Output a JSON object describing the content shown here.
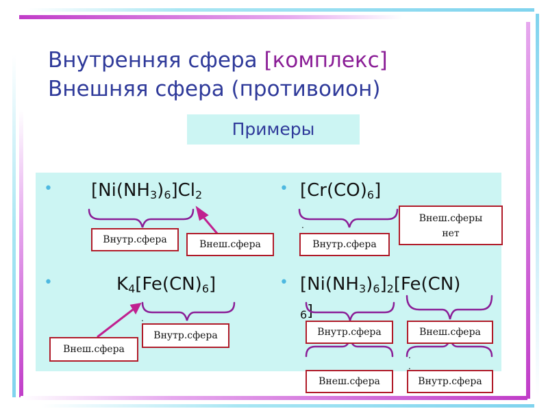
{
  "title": {
    "line1_text": "Внутренняя сфера ",
    "line1_accent": "[комплекс]",
    "line2_text": "Внешняя сфера (противоион)"
  },
  "examples_label": "Примеры",
  "bullet_symbol": "•",
  "formulas": {
    "f1": {
      "a": "[Ni(NH",
      "s1": "3",
      "b": ")",
      "s2": "6",
      "c": "]Cl",
      "s3": "2"
    },
    "f2": {
      "a": "[Cr(CO)",
      "s1": "6",
      "b": "]"
    },
    "f3": {
      "a": "K",
      "s1": "4",
      "b": "[Fe(CN)",
      "s2": "6",
      "c": "]"
    },
    "f4_line1": {
      "a": "[Ni(NH",
      "s1": "3",
      "b": ")",
      "s2": "6",
      "c": "]",
      "s3": "2",
      "d": "[Fe(CN)"
    },
    "f4_line2": {
      "a": "6",
      "b": "]"
    }
  },
  "labels": {
    "inner_1": "Внутр.сфера",
    "outer_1": "Внеш.сфера",
    "inner_2": "Внутр.сфера",
    "no_outer_line1": "Внеш.сферы",
    "no_outer_line2": "нет",
    "outer_3": "Внеш.сфера",
    "inner_3": "Внутр.сфера",
    "inner_4a": "Внутр.сфера",
    "outer_4a": "Внеш.сфера",
    "outer_4b": "Внеш.сфера",
    "inner_4b": "Внутр.сфера"
  },
  "dots": ".",
  "colors": {
    "title": "#2f3a9a",
    "accent": "#8a1d96",
    "panel": "#ccf5f3",
    "brace": "#8a1d96",
    "arrow": "#c0208f",
    "label_border": "#b01a28"
  }
}
